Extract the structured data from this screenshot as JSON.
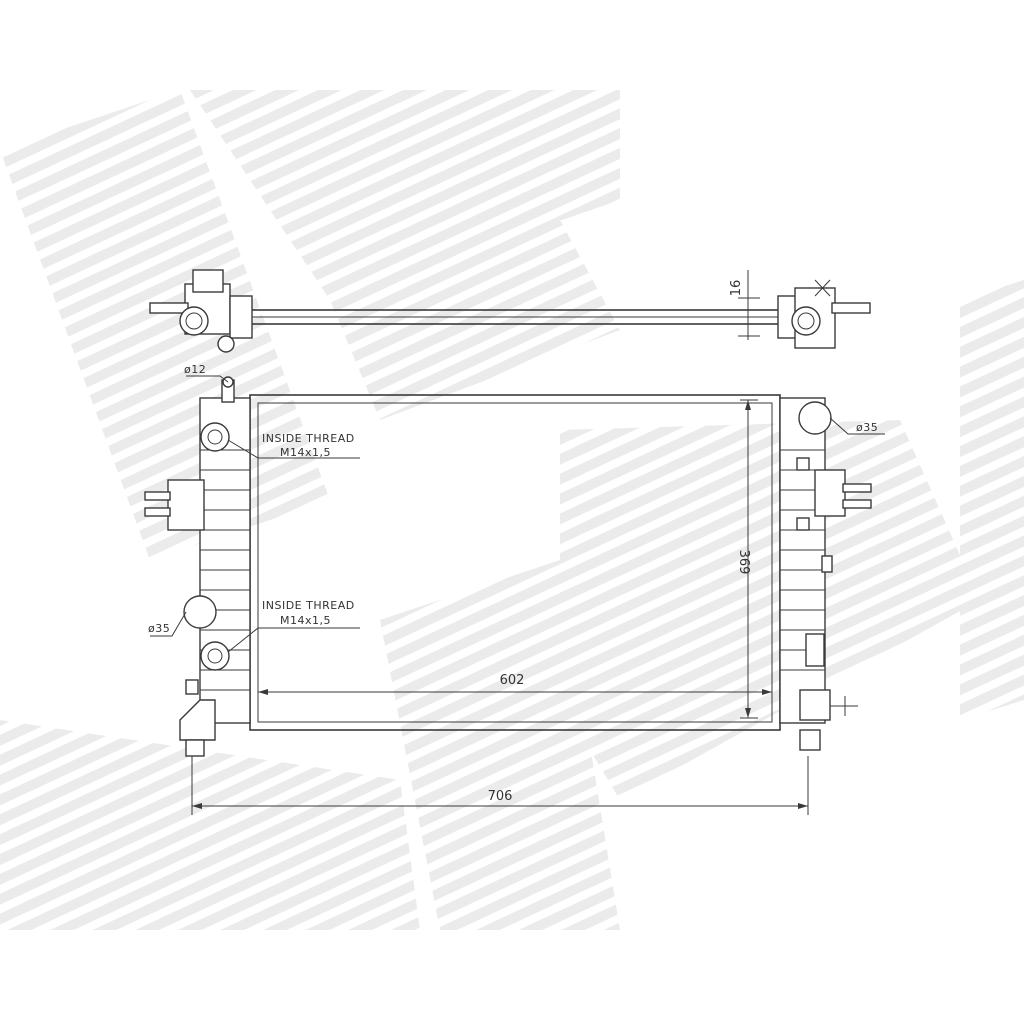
{
  "labels": {
    "thread_upper_1": "INSIDE THREAD",
    "thread_upper_2": "M14x1,5",
    "thread_lower_1": "INSIDE THREAD",
    "thread_lower_2": "M14x1,5",
    "dia_12": "ø12",
    "dia_35_right": "ø35",
    "dia_35_left": "ø35"
  },
  "dimensions": {
    "core_width": "602",
    "overall_width": "706",
    "core_height": "369",
    "tank_depth": "16"
  },
  "colors": {
    "line": "#3a3a3a",
    "watermark": "#e6e6e6"
  }
}
